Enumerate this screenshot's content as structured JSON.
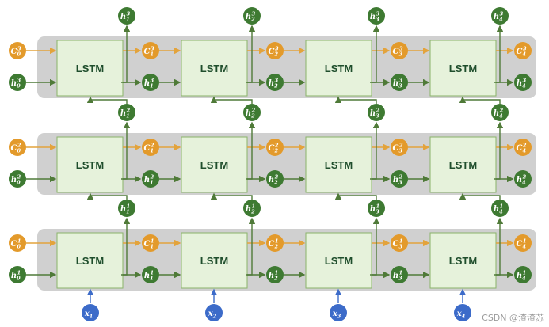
{
  "colors": {
    "layer_bg": "#d0d0d0",
    "lstm_fill": "#e6f2db",
    "lstm_stroke": "#8ab36a",
    "lstm_text": "#1f4e2c",
    "c_node": "#e39a2b",
    "h_node": "#3e7a32",
    "x_node": "#3c6bc9",
    "c_line": "#e3a33c",
    "h_line": "#4f7a38",
    "x_line": "#3c6bc9"
  },
  "cell_label": "LSTM",
  "inputs": [
    "x1",
    "x2",
    "x3",
    "x4"
  ],
  "layers": [
    {
      "layer": 3,
      "c0": "C0_3",
      "h0": "h0_3",
      "c": [
        "C1_3",
        "C2_3",
        "C3_3",
        "C4_3"
      ],
      "h": [
        "h1_3",
        "h2_3",
        "h3_3",
        "h4_3"
      ],
      "h_out": [
        "h1_3",
        "h2_3",
        "h3_3",
        "h4_3"
      ]
    },
    {
      "layer": 2,
      "c0": "C0_2",
      "h0": "h0_2",
      "c": [
        "C1_2",
        "C2_2",
        "C3_2",
        "C4_2"
      ],
      "h": [
        "h1_2",
        "h2_2",
        "h3_2",
        "h4_2"
      ],
      "h_out": [
        "h1_2",
        "h2_2",
        "h3_2",
        "h4_2"
      ]
    },
    {
      "layer": 1,
      "c0": "C0_1",
      "h0": "h0_1",
      "c": [
        "C1_1",
        "C2_1",
        "C3_1",
        "C4_1"
      ],
      "h": [
        "h1_1",
        "h2_1",
        "h3_1",
        "h4_1"
      ],
      "h_out": [
        "h1_1",
        "h2_1",
        "h3_1",
        "h4_1"
      ]
    }
  ],
  "watermark": "CSDN @渣渣苏"
}
